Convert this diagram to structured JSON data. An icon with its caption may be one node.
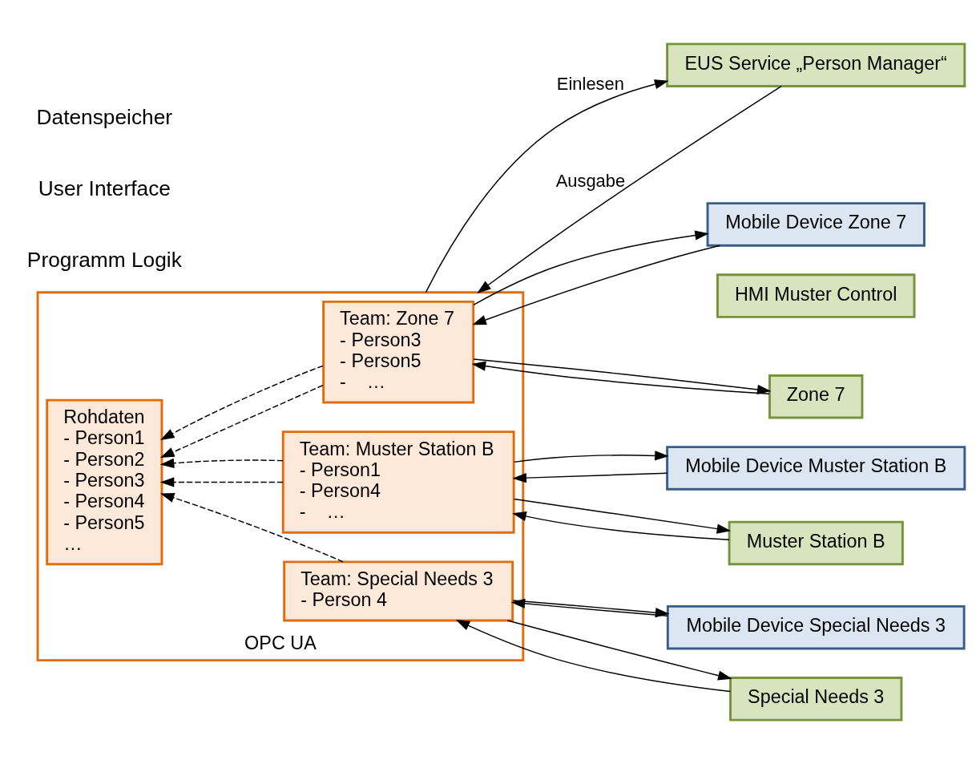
{
  "diagram": {
    "nodes": [
      {
        "text": [
          "EUS Service „Person Manager“"
        ]
      },
      {
        "text": [
          "OPC UA"
        ]
      },
      {
        "text": [
          "Rohdaten",
          "- Person1",
          "- Person2",
          "- Person3",
          "- Person4",
          "- Person5",
          "…"
        ],
        "in": 1
      },
      {
        "text": [
          "Team: Zone 7",
          "- Person3",
          "- Person5",
          "-    …"
        ],
        "in": 1
      },
      {
        "text": [
          "Team: Muster Station B",
          "- Person1",
          "- Person4",
          "-    …"
        ],
        "in": 1
      },
      {
        "text": [
          "Team: Special Needs 3",
          "- Person 4"
        ],
        "in": 1
      },
      {
        "text": [
          "Mobile Device Zone 7"
        ]
      },
      {
        "text": [
          "Mobile Device Muster Station B"
        ]
      },
      {
        "text": [
          "Mobile Device Special Needs 3"
        ]
      },
      {
        "text": [
          "HMI Muster Control"
        ]
      },
      {
        "text": [
          "Zone 7"
        ]
      },
      {
        "text": [
          "Muster Station B"
        ]
      },
      {
        "text": [
          "Special Needs 3"
        ]
      }
    ],
    "edges": [
      {
        "from": 1,
        "to": 0,
        "arrow": "to",
        "label": "Einlesen"
      },
      {
        "from": 0,
        "to": 1,
        "arrow": "to",
        "label": "Ausgabe"
      },
      {
        "from": 3,
        "to": 2,
        "arrow": "to",
        "style": "dashed"
      },
      {
        "from": 3,
        "to": 2,
        "arrow": "to",
        "style": "dashed"
      },
      {
        "from": 4,
        "to": 2,
        "arrow": "to",
        "style": "dashed"
      },
      {
        "from": 4,
        "to": 2,
        "arrow": "to",
        "style": "dashed"
      },
      {
        "from": 5,
        "to": 2,
        "arrow": "to",
        "style": "dashed"
      },
      {
        "from": 3,
        "to": 6,
        "arrow": "to"
      },
      {
        "from": 6,
        "to": 3,
        "arrow": "to"
      },
      {
        "from": 3,
        "to": 10,
        "arrow": "to"
      },
      {
        "from": 10,
        "to": 3,
        "arrow": "to"
      },
      {
        "from": 4,
        "to": 7,
        "arrow": "to"
      },
      {
        "from": 7,
        "to": 4,
        "arrow": "to"
      },
      {
        "from": 4,
        "to": 11,
        "arrow": "to"
      },
      {
        "from": 11,
        "to": 4,
        "arrow": "to"
      },
      {
        "from": 5,
        "to": 8,
        "arrow": "to"
      },
      {
        "from": 8,
        "to": 5,
        "arrow": "to"
      },
      {
        "from": 5,
        "to": 12,
        "arrow": "to"
      },
      {
        "from": 12,
        "to": 5,
        "arrow": "to"
      }
    ],
    "labels": [
      "Programm Logik",
      "User Interface",
      "Datenspeicher"
    ]
  }
}
